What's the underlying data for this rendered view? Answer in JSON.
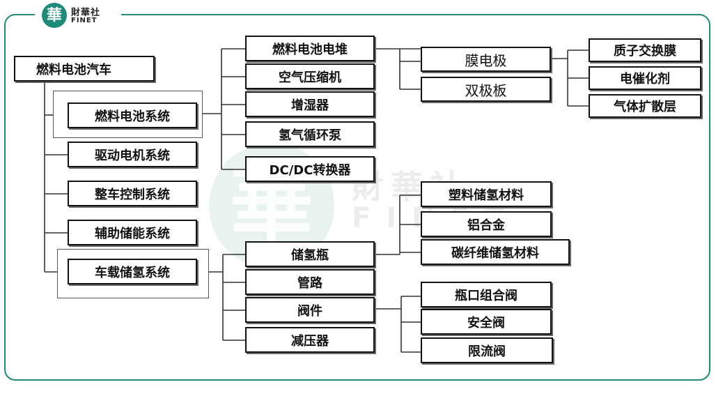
{
  "brand": {
    "name_cn": "財華社",
    "name_en": "FINET",
    "mark_char": "華"
  },
  "nodes": {
    "root": "燃料电池汽车",
    "fuel_cell_system": "燃料电池系统",
    "drive_motor_system": "驱动电机系统",
    "vehicle_control_system": "整车控制系统",
    "auxiliary_storage_system": "辅助储能系统",
    "onboard_hydrogen_system": "车载储氢系统",
    "fuel_cell_stack": "燃料电池电堆",
    "air_compressor": "空气压缩机",
    "humidifier": "增湿器",
    "hydrogen_circulation_pump": "氢气循环泵",
    "dcdc_converter": "DC/DC转换器",
    "mea": "膜电极",
    "bipolar_plate": "双极板",
    "proton_exchange_membrane": "质子交换膜",
    "electrocatalyst": "电催化剂",
    "gas_diffusion_layer": "气体扩散层",
    "hydrogen_tank": "储氢瓶",
    "pipeline": "管路",
    "valves": "阀件",
    "pressure_reducer": "减压器",
    "plastic_storage_material": "塑料储氢材料",
    "aluminum_alloy": "铝合金",
    "carbon_fiber_storage_material": "碳纤维储氢材料",
    "bottle_valve": "瓶口组合阀",
    "safety_valve": "安全阀",
    "flow_limit_valve": "限流阀"
  }
}
